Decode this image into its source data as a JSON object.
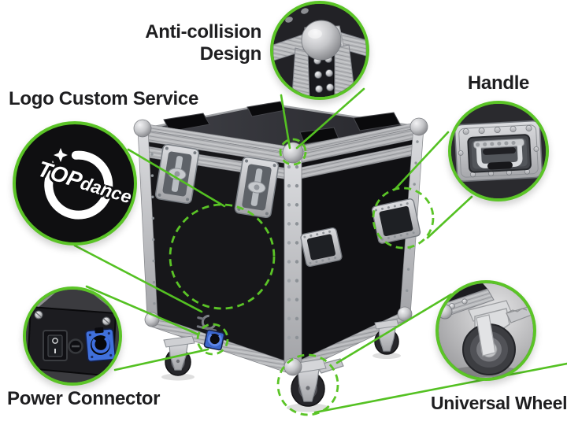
{
  "title": "Flight case product feature callouts",
  "callouts": {
    "anti_collision": {
      "label_line1": "Anti-collision",
      "label_line2": "Design"
    },
    "logo": {
      "label": "Logo Custom Service",
      "logo_text_1": "TOP",
      "logo_text_2": "dance"
    },
    "handle": {
      "label": "Handle"
    },
    "power": {
      "label": "Power Connector"
    },
    "wheel": {
      "label": "Universal Wheel"
    }
  },
  "colors": {
    "accent_green": "#5BC427",
    "line_green": "#54C122",
    "case_black": "#151518",
    "aluminum": "#B9BABD",
    "powercon_blue": "#4070DC",
    "label_text": "#1E1E20",
    "background": "#FFFFFF"
  }
}
